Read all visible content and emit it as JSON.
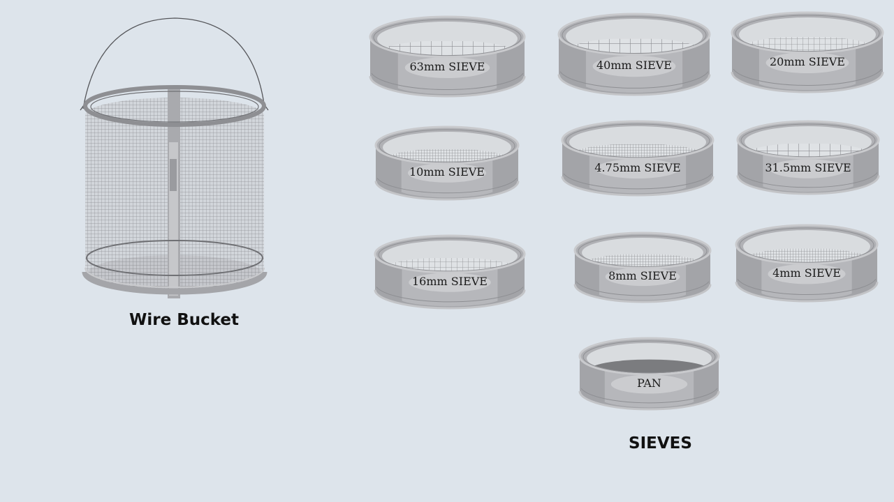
{
  "bucket": {
    "caption": "Wire Bucket"
  },
  "sieves_caption": "SIEVES",
  "sieves": [
    {
      "label": "63mm SIEVE",
      "mesh": "coarse"
    },
    {
      "label": "40mm SIEVE",
      "mesh": "coarse"
    },
    {
      "label": "20mm SIEVE",
      "mesh": "medium"
    },
    {
      "label": "10mm SIEVE",
      "mesh": "fine"
    },
    {
      "label": "4.75mm SIEVE",
      "mesh": "fine"
    },
    {
      "label": "31.5mm SIEVE",
      "mesh": "coarse"
    },
    {
      "label": "16mm SIEVE",
      "mesh": "medium"
    },
    {
      "label": "8mm SIEVE",
      "mesh": "fine"
    },
    {
      "label": "4mm SIEVE",
      "mesh": "fine"
    },
    {
      "label": "PAN",
      "mesh": "solid"
    }
  ],
  "colors": {
    "background": "#dde4eb",
    "sieve_body": "#a3a4a8",
    "sieve_rim": "#c9cacd",
    "label_plate": "#cbcccf",
    "pan_floor": "#7b7c7f",
    "mesh_line": "#8a8b8f",
    "text": "#111111"
  }
}
